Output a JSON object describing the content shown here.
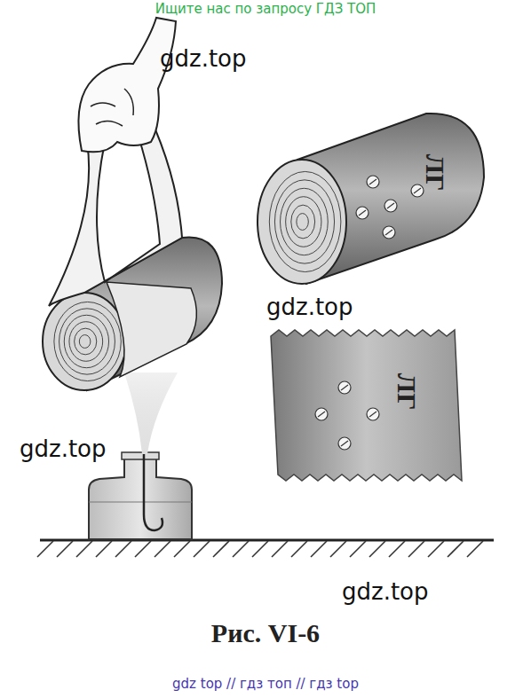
{
  "diagram": {
    "caption": "Рис. VI-6",
    "labels": [
      "Ищите нас по запросу ГДЗ ТОП",
      "gdz.top",
      "gdz.top",
      "gdz.top",
      "gdz.top",
      "ЛГ",
      "ЛГ",
      "gdz top // гдз топ // гдз top"
    ]
  }
}
